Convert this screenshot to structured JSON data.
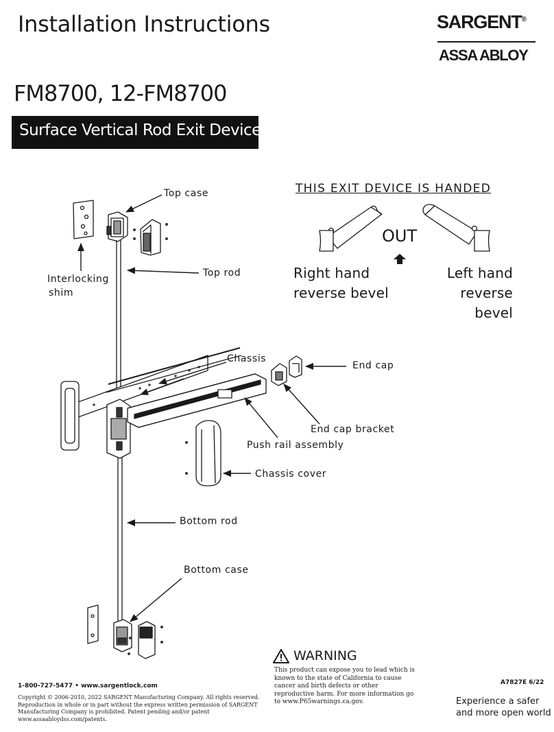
{
  "header": {
    "title": "Installation Instructions",
    "brand": "SARGENT",
    "brand_mark": "®",
    "parent_brand": "ASSA ABLOY"
  },
  "model": "FM8700, 12-FM8700",
  "product": "Surface Vertical Rod Exit Device",
  "callouts": {
    "top_case": "Top case",
    "interlocking_shim": [
      "Interlocking",
      "shim"
    ],
    "top_rod": "Top rod",
    "chassis": "Chassis",
    "end_cap": "End cap",
    "end_cap_bracket": "End cap bracket",
    "push_rail_assembly": "Push rail assembly",
    "chassis_cover": "Chassis cover",
    "bottom_rod": "Bottom rod",
    "bottom_case": "Bottom case"
  },
  "handing": {
    "heading": "THIS EXIT DEVICE IS HANDED",
    "out_label": "OUT",
    "right": [
      "Right hand",
      "reverse bevel"
    ],
    "left": [
      "Left hand",
      "reverse bevel"
    ]
  },
  "warning": {
    "title": "WARNING",
    "text": "This product can expose you to lead which is known to the state of California to cause cancer and birth defects or other reproductive harm. For more information go to www.P65warnings.ca.gov."
  },
  "footer": {
    "contact": "1-800-727-5477 • www.sargentlock.com",
    "copyright": "Copyright © 2006-2010, 2022 SARGENT Manufacturing Company. All rights reserved. Reproduction in whole or in part without the express written permission of SARGENT Manufacturing Company is prohibited. Patent pending and/or patent www.assaabloydss.com/patents.",
    "doc_number": "A7827E 6/22",
    "tagline": [
      "Experience a safer",
      "and more open world"
    ]
  },
  "icons": [
    "warning-triangle-icon",
    "up-arrow-icon"
  ]
}
